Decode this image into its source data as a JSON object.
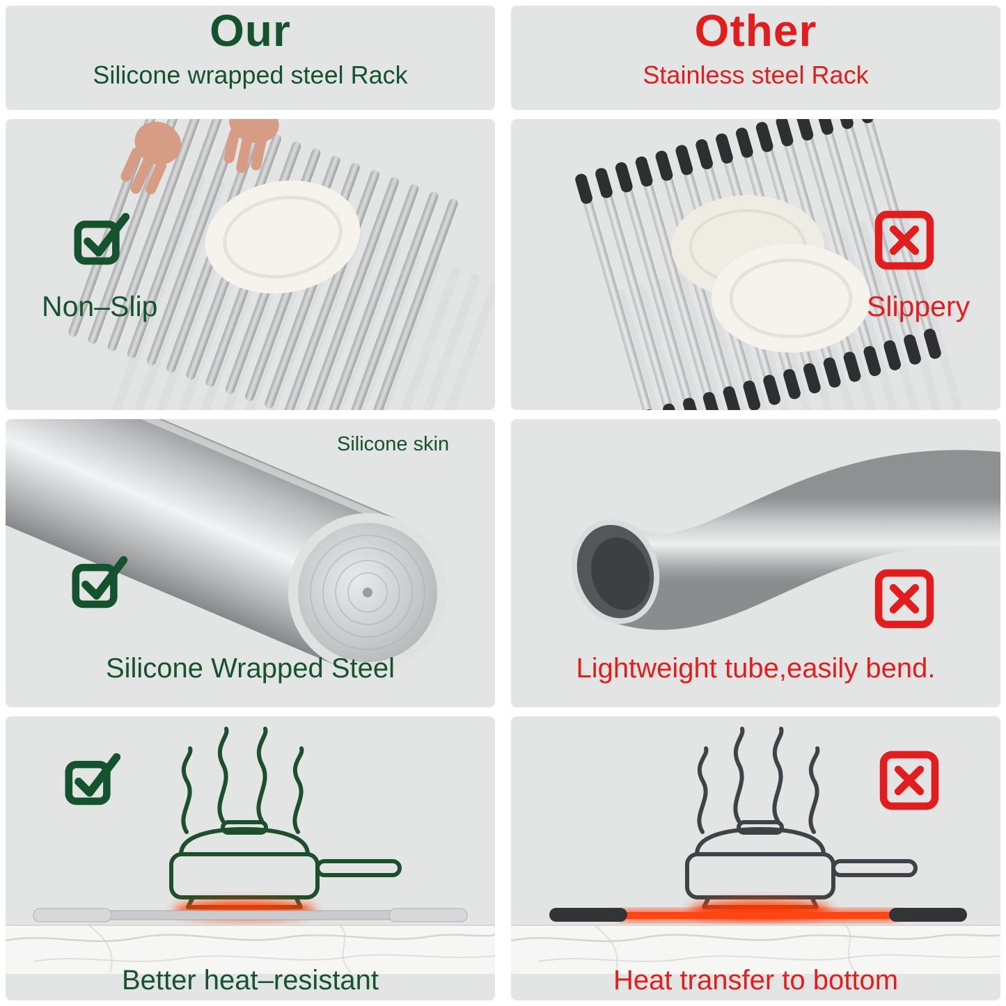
{
  "colors": {
    "green": "#14532d",
    "red": "#e11d1d",
    "panel_gray": "#e3e4e4",
    "glow_orange": "#ff3c00",
    "silver": "#c9cbcd",
    "black_cap": "#2e2f31"
  },
  "left_column": {
    "title": "Our",
    "subtitle": "Silicone wrapped steel Rack",
    "row1": {
      "label": "Non–Slip",
      "icon": "check"
    },
    "row2": {
      "annotation": "Silicone skin",
      "label": "Silicone Wrapped Steel",
      "icon": "check"
    },
    "row3": {
      "label": "Better heat–resistant",
      "icon": "check"
    }
  },
  "right_column": {
    "title": "Other",
    "subtitle": "Stainless steel Rack",
    "row1": {
      "label": "Slippery",
      "icon": "cross"
    },
    "row2": {
      "label": "Lightweight tube,easily bend.",
      "icon": "cross"
    },
    "row3": {
      "label": "Heat transfer to bottom",
      "icon": "cross"
    }
  }
}
